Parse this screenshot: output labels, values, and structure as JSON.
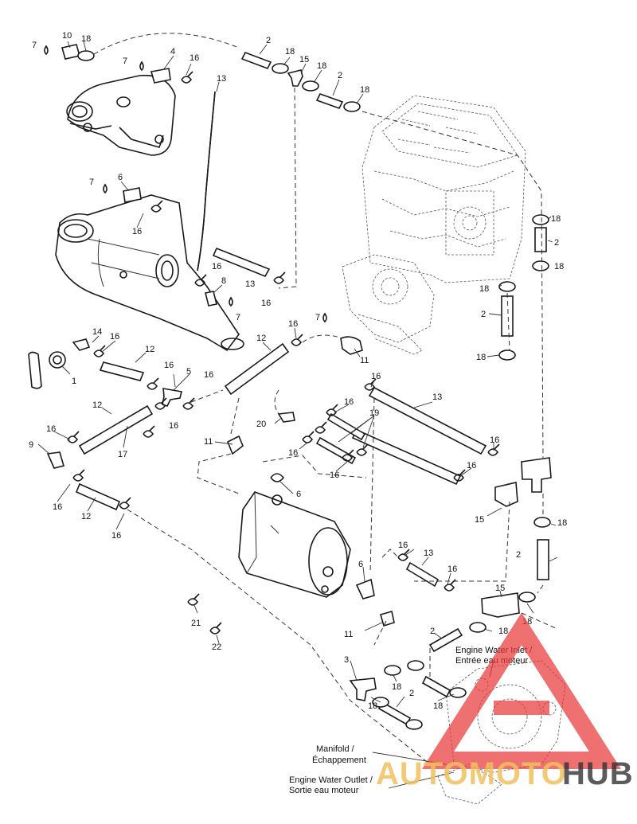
{
  "callouts": {
    "c1": "1",
    "c2": "2",
    "c3": "3",
    "c4": "4",
    "c5": "5",
    "c6": "6",
    "c7": "7",
    "c8": "8",
    "c9": "9",
    "c10": "10",
    "c11": "11",
    "c12": "12",
    "c13": "13",
    "c14": "14",
    "c15": "15",
    "c16": "16",
    "c17": "17",
    "c18": "18",
    "c19": "19",
    "c20": "20",
    "c21": "21",
    "c22": "22"
  },
  "notes": {
    "engine_inlet_en": "Engine Water Inlet /",
    "engine_inlet_fr": "Entrée eau moteur",
    "manifold_en": "Manifold /",
    "manifold_fr": "Échappement",
    "outlet_en": "Engine Water Outlet /",
    "outlet_fr": "Sortie eau moteur"
  },
  "watermark": {
    "part1": "AUTOMOTO",
    "part2": "HUB",
    "color_primary": "#e8393a",
    "color_light": "#f0c060",
    "color_dark": "#333333"
  }
}
